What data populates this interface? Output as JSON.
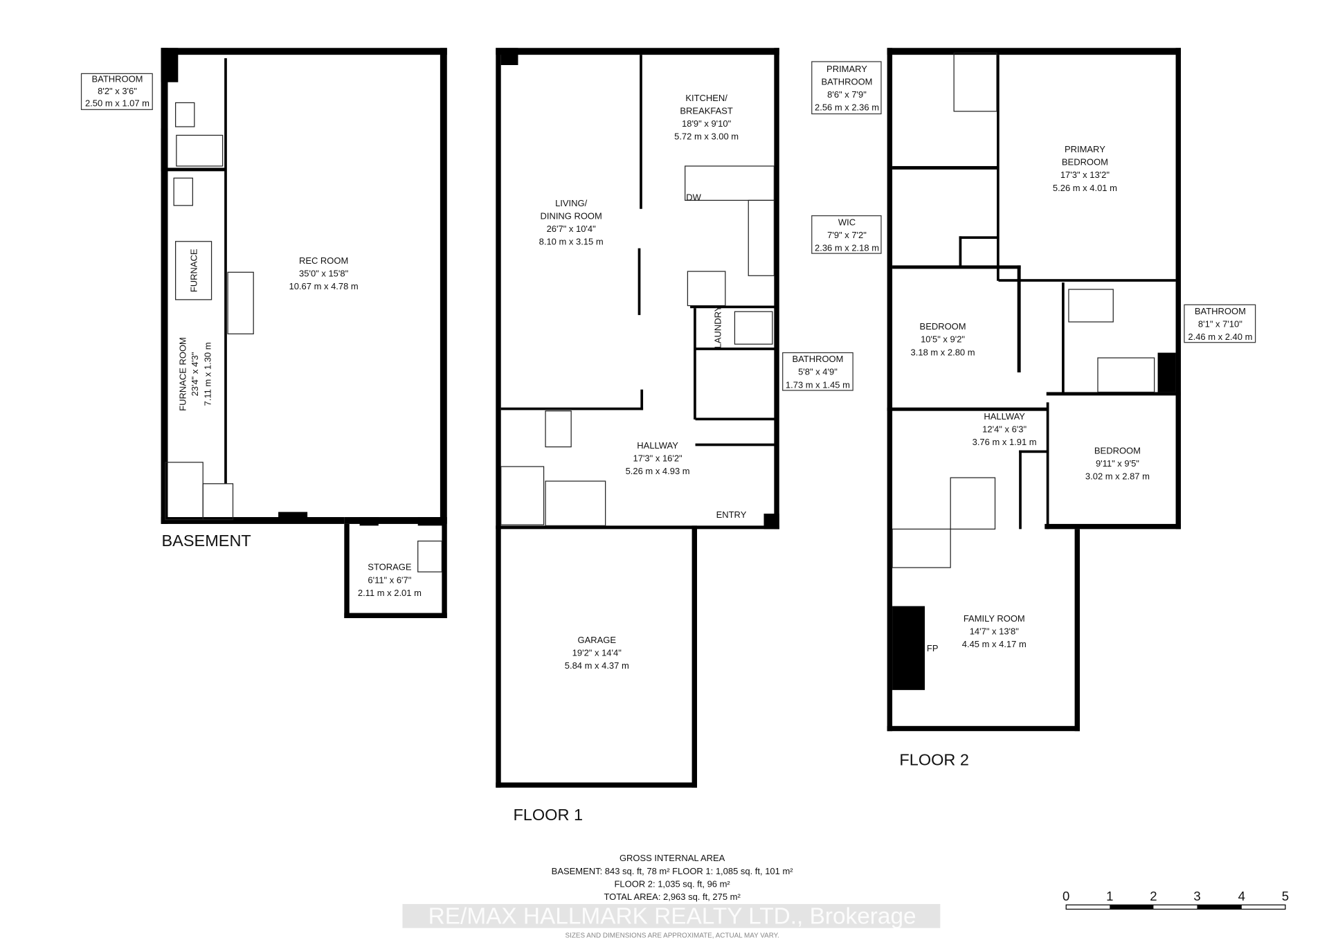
{
  "floors": {
    "basement": {
      "title": "BASEMENT",
      "rooms": [
        {
          "name": "BATHROOM",
          "imperial": "8'2\" x 3'6\"",
          "metric": "2.50 m x 1.07 m"
        },
        {
          "name": "REC ROOM",
          "imperial": "35'0\" x 15'8\"",
          "metric": "10.67 m x 4.78 m"
        },
        {
          "name": "FURNACE ROOM",
          "imperial": "23'4\" x 4'3\"",
          "metric": "7.11 m x 1.30 m"
        },
        {
          "name": "STORAGE",
          "imperial": "6'11\" x 6'7\"",
          "metric": "2.11 m x 2.01 m"
        }
      ],
      "fixtures": {
        "furnace": "FURNACE"
      }
    },
    "floor1": {
      "title": "FLOOR 1",
      "rooms": [
        {
          "name1": "KITCHEN/",
          "name2": "BREAKFAST",
          "imperial": "18'9\" x 9'10\"",
          "metric": "5.72 m x 3.00 m"
        },
        {
          "name1": "LIVING/",
          "name2": "DINING ROOM",
          "imperial": "26'7\" x 10'4\"",
          "metric": "8.10 m x 3.15 m"
        },
        {
          "name": "BATHROOM",
          "imperial": "5'8\" x 4'9\"",
          "metric": "1.73 m x 1.45 m"
        },
        {
          "name": "HALLWAY",
          "imperial": "17'3\" x 16'2\"",
          "metric": "5.26 m x 4.93 m"
        },
        {
          "name": "GARAGE",
          "imperial": "19'2\" x 14'4\"",
          "metric": "5.84 m x 4.37 m"
        }
      ],
      "fixtures": {
        "dw": "DW",
        "laundry": "LAUNDRY",
        "entry": "ENTRY"
      }
    },
    "floor2": {
      "title": "FLOOR 2",
      "rooms": [
        {
          "name1": "PRIMARY",
          "name2": "BATHROOM",
          "imperial": "8'6\" x 7'9\"",
          "metric": "2.56 m x 2.36 m"
        },
        {
          "name1": "PRIMARY",
          "name2": "BEDROOM",
          "imperial": "17'3\" x 13'2\"",
          "metric": "5.26 m x 4.01 m"
        },
        {
          "name": "WIC",
          "imperial": "7'9\" x 7'2\"",
          "metric": "2.36 m x 2.18 m"
        },
        {
          "name": "BEDROOM",
          "imperial": "10'5\" x 9'2\"",
          "metric": "3.18 m x 2.80 m"
        },
        {
          "name": "BATHROOM",
          "imperial": "8'1\" x 7'10\"",
          "metric": "2.46 m x 2.40 m"
        },
        {
          "name": "HALLWAY",
          "imperial": "12'4\" x 6'3\"",
          "metric": "3.76 m x 1.91 m"
        },
        {
          "name": "BEDROOM",
          "imperial": "9'11\" x 9'5\"",
          "metric": "3.02 m x 2.87 m"
        },
        {
          "name": "FAMILY ROOM",
          "imperial": "14'7\" x 13'8\"",
          "metric": "4.45 m x 4.17 m"
        }
      ],
      "fixtures": {
        "fp": "FP"
      }
    }
  },
  "area": {
    "heading": "GROSS INTERNAL AREA",
    "line1": "BASEMENT: 843 sq. ft, 78 m² FLOOR 1: 1,085 sq. ft, 101 m²",
    "line2": "FLOOR 2: 1,035 sq. ft, 96 m²",
    "line3": "TOTAL AREA: 2,963 sq. ft, 275 m²"
  },
  "watermark": "RE/MAX HALLMARK REALTY LTD., Brokerage",
  "disclaimer": "SIZES AND DIMENSIONS ARE APPROXIMATE, ACTUAL MAY VARY.",
  "scale_bar": {
    "ticks": [
      "0",
      "1",
      "2",
      "3",
      "4",
      "5"
    ]
  }
}
